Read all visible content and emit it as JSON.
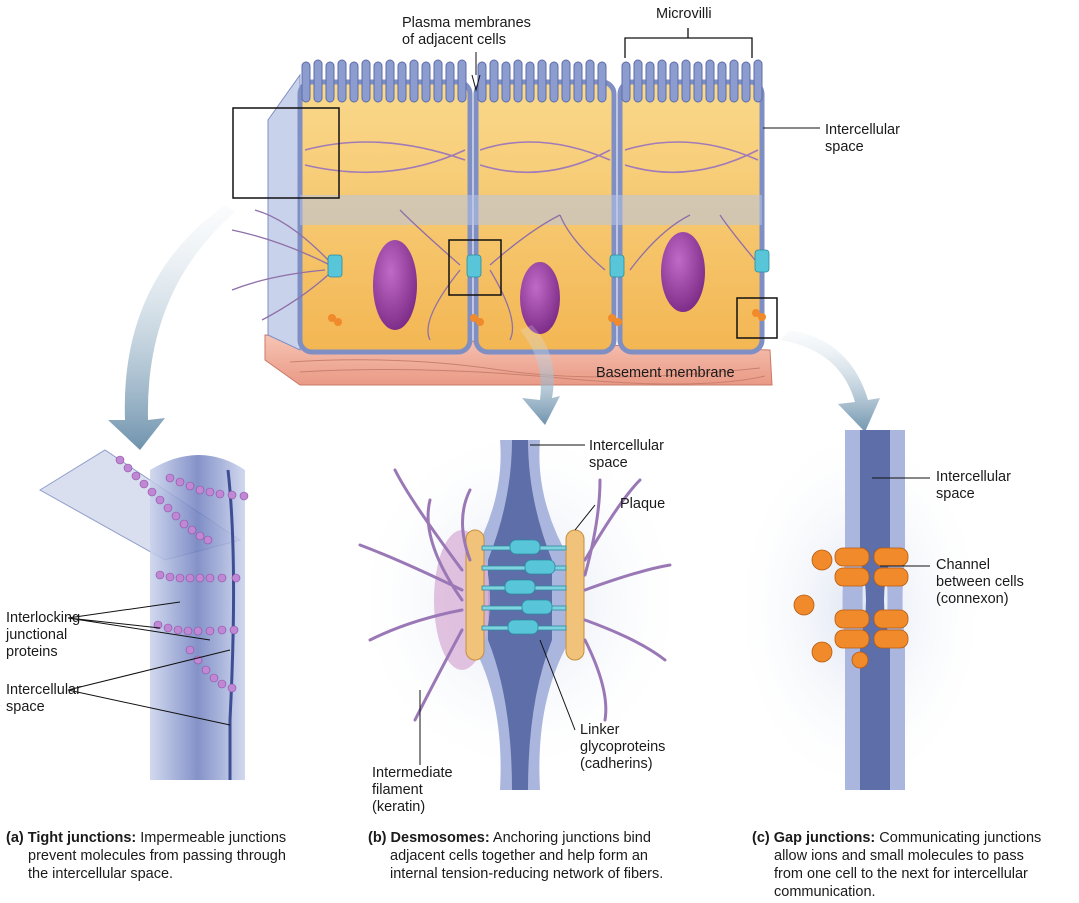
{
  "labels": {
    "plasma_membranes": [
      "Plasma membranes",
      "of adjacent cells"
    ],
    "microvilli": "Microvilli",
    "intercellular_top": [
      "Intercellular",
      "space"
    ],
    "basement_membrane": "Basement membrane",
    "interlocking": [
      "Interlocking",
      "junctional",
      "proteins"
    ],
    "intercellular_a": [
      "Intercellular",
      "space"
    ],
    "intercellular_b": [
      "Intercellular",
      "space"
    ],
    "plaque": "Plaque",
    "linker": [
      "Linker",
      "glycoproteins",
      "(cadherins)"
    ],
    "intermediate": [
      "Intermediate",
      "filament",
      "(keratin)"
    ],
    "intercellular_c": [
      "Intercellular",
      "space"
    ],
    "channel": [
      "Channel",
      "between cells",
      "(connexon)"
    ]
  },
  "captions": {
    "a": {
      "tag": "(a)",
      "title": "Tight junctions:",
      "lines": [
        "Impermeable junctions",
        "prevent molecules from passing through",
        "the intercellular space."
      ]
    },
    "b": {
      "tag": "(b)",
      "title": "Desmosomes:",
      "lines": [
        "Anchoring junctions bind",
        "adjacent cells together and help form an",
        "internal tension-reducing network of fibers."
      ]
    },
    "c": {
      "tag": "(c)",
      "title": "Gap junctions:",
      "lines": [
        "Communicating junctions",
        "allow ions and small molecules to pass",
        "from one cell to the next for intercellular",
        "communication."
      ]
    }
  },
  "colors": {
    "cytoplasm": "#f6c567",
    "membrane": "#8fa0cf",
    "nucleus": "#a04aa6",
    "basement": "#f2b0a0",
    "junction_purple": "#b07cc6",
    "plaque": "#f0c27a",
    "cadherin": "#58c6d8",
    "connexon": "#f08a2a"
  }
}
